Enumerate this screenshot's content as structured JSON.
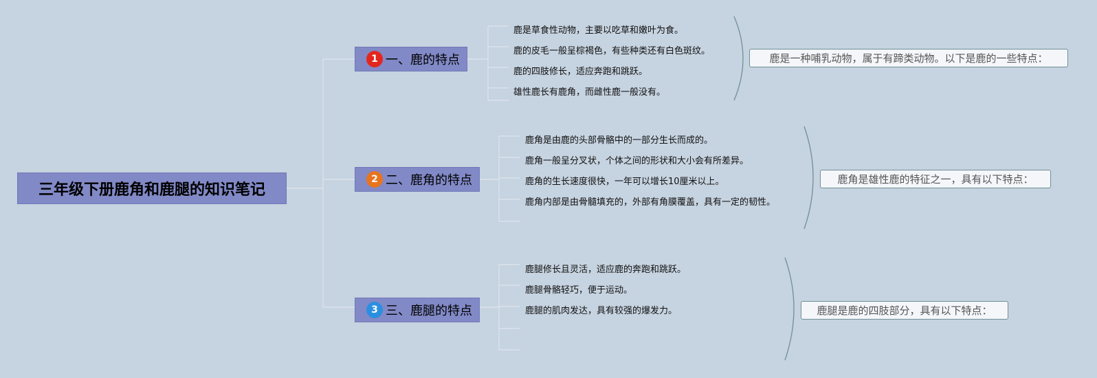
{
  "title": "三年级下册鹿角和鹿腿的知识笔记",
  "branches": [
    {
      "number": "1",
      "label": "一、鹿的特点",
      "number_color": "#e3261e",
      "items": [
        "鹿是草食性动物，主要以吃草和嫩叶为食。",
        "鹿的皮毛一般呈棕褐色，有些种类还有白色斑纹。",
        "鹿的四肢修长，适应奔跑和跳跃。",
        "雄性鹿长有鹿角，而雌性鹿一般没有。"
      ],
      "summary": "鹿是一种哺乳动物，属于有蹄类动物。以下是鹿的一些特点："
    },
    {
      "number": "2",
      "label": "二、鹿角的特点",
      "number_color": "#e8741e",
      "items": [
        "鹿角是由鹿的头部骨骼中的一部分生长而成的。",
        "鹿角一般呈分叉状，个体之间的形状和大小会有所差异。",
        "鹿角的生长速度很快，一年可以增长10厘米以上。",
        "鹿角内部是由骨髓填充的，外部有角膜覆盖，具有一定的韧性。"
      ],
      "summary": "鹿角是雄性鹿的特征之一，具有以下特点："
    },
    {
      "number": "3",
      "label": "三、鹿腿的特点",
      "number_color": "#2b8fe0",
      "items": [
        "鹿腿修长且灵活，适应鹿的奔跑和跳跃。",
        "鹿腿骨骼轻巧，便于运动。",
        "鹿腿的肌肉发达，具有较强的爆发力。"
      ],
      "summary": "鹿腿是鹿的四肢部分，具有以下特点："
    }
  ]
}
